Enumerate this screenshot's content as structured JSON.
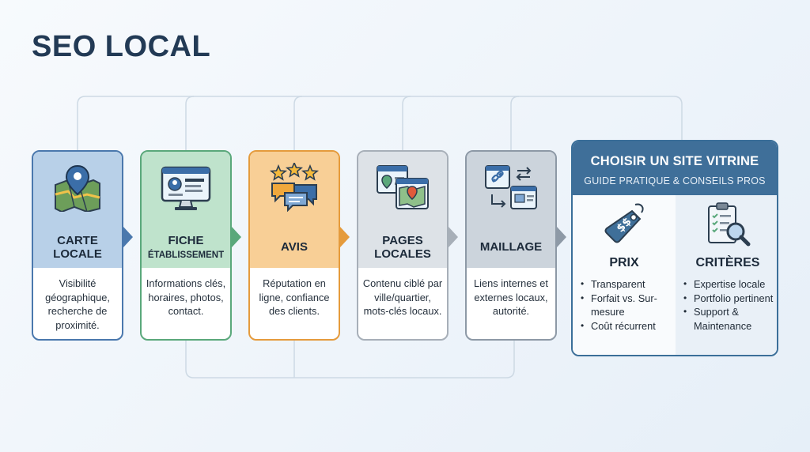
{
  "title": "SEO LOCAL",
  "cards": [
    {
      "label_1": "CARTE",
      "label_2": "LOCALE",
      "description": "Visibilité géographique, recherche de proximité.",
      "icon": "map-pin-icon",
      "color": "#4a78ad",
      "fill": "#b8d0e8"
    },
    {
      "label_1": "FICHE",
      "label_2": "ÉTABLISSEMENT",
      "description": "Informations clés, horaires, photos, contact.",
      "icon": "business-profile-icon",
      "color": "#5aa87b",
      "fill": "#bfe3cc"
    },
    {
      "label_1": "AVIS",
      "label_2": "",
      "description": "Réputation en ligne, confiance des clients.",
      "icon": "reviews-stars-icon",
      "color": "#e59b3c",
      "fill": "#f8cf96"
    },
    {
      "label_1": "PAGES",
      "label_2": "LOCALES",
      "description": "Contenu ciblé par ville/quartier, mots-clés locaux.",
      "icon": "local-pages-icon",
      "color": "#a7afb8",
      "fill": "#dde2e7"
    },
    {
      "label_1": "MAILLAGE",
      "label_2": "",
      "description": "Liens internes et externes locaux, autorité.",
      "icon": "link-network-icon",
      "color": "#8d99a6",
      "fill": "#ccd4dc"
    }
  ],
  "guide": {
    "title": "CHOISIR UN SITE VITRINE",
    "subtitle": "GUIDE PRATIQUE & CONSEILS PROS",
    "header_color": "#3f6f99",
    "columns": [
      {
        "title": "PRIX",
        "icon": "price-tag-icon",
        "items": [
          "Transparent",
          "Forfait vs. Sur-mesure",
          "Coût récurrent"
        ]
      },
      {
        "title": "CRITÈRES",
        "icon": "checklist-magnifier-icon",
        "items": [
          "Expertise locale",
          "Portfolio pertinent",
          "Support & Maintenance"
        ]
      }
    ]
  }
}
